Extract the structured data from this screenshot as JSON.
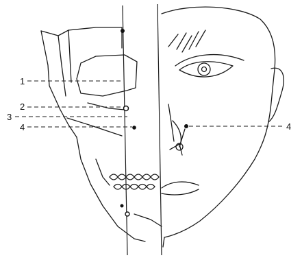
{
  "labels": {
    "left": [
      "1",
      "2",
      "3",
      "4"
    ],
    "right": "4"
  }
}
